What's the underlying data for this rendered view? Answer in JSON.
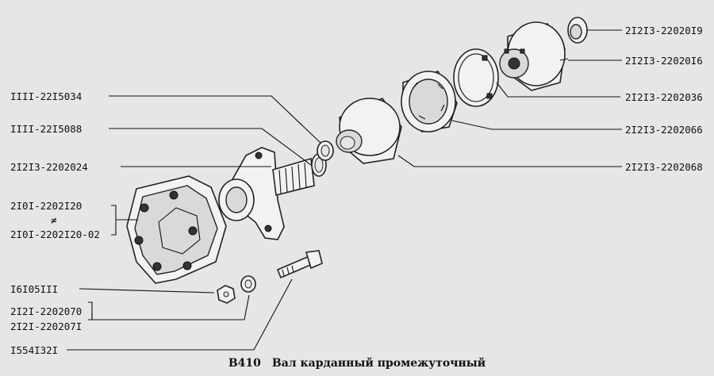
{
  "labels_left": [
    "IIII-22I5034",
    "IIII-22I5088",
    "2I2I3-2202024",
    "2I0I-2202I20",
    "≠",
    "2I0I-2202I20-02",
    "I6I05III",
    "2I2I-2202070",
    "2I2I-220207I",
    "I554I32I"
  ],
  "labels_right": [
    "2I2I3-22020I9",
    "2I2I3-22020I6",
    "2I2I3-2202036",
    "2I2I3-2202066",
    "2I2I3-2202068"
  ],
  "caption": {
    "code": "В410",
    "title": "Вал карданный промежуточный"
  }
}
